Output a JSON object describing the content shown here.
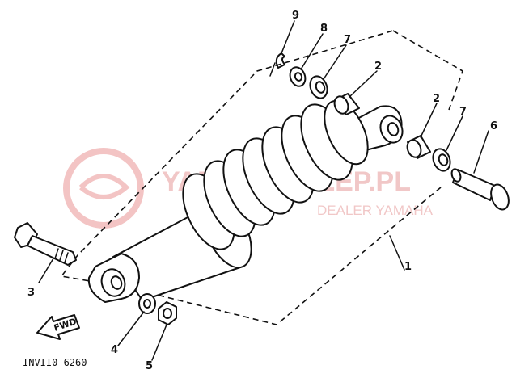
{
  "diagram": {
    "code": "INVII0-6260",
    "arrow_label": "FWD",
    "watermark": {
      "brand": "YAMAHASKLEP.PL",
      "tagline": "DEALER YAMAHA"
    },
    "callouts": [
      {
        "id": "1",
        "label": "1"
      },
      {
        "id": "2a",
        "label": "2"
      },
      {
        "id": "2b",
        "label": "2"
      },
      {
        "id": "3",
        "label": "3"
      },
      {
        "id": "4",
        "label": "4"
      },
      {
        "id": "5",
        "label": "5"
      },
      {
        "id": "6",
        "label": "6"
      },
      {
        "id": "7a",
        "label": "7"
      },
      {
        "id": "7b",
        "label": "7"
      },
      {
        "id": "8",
        "label": "8"
      },
      {
        "id": "9",
        "label": "9"
      }
    ]
  }
}
